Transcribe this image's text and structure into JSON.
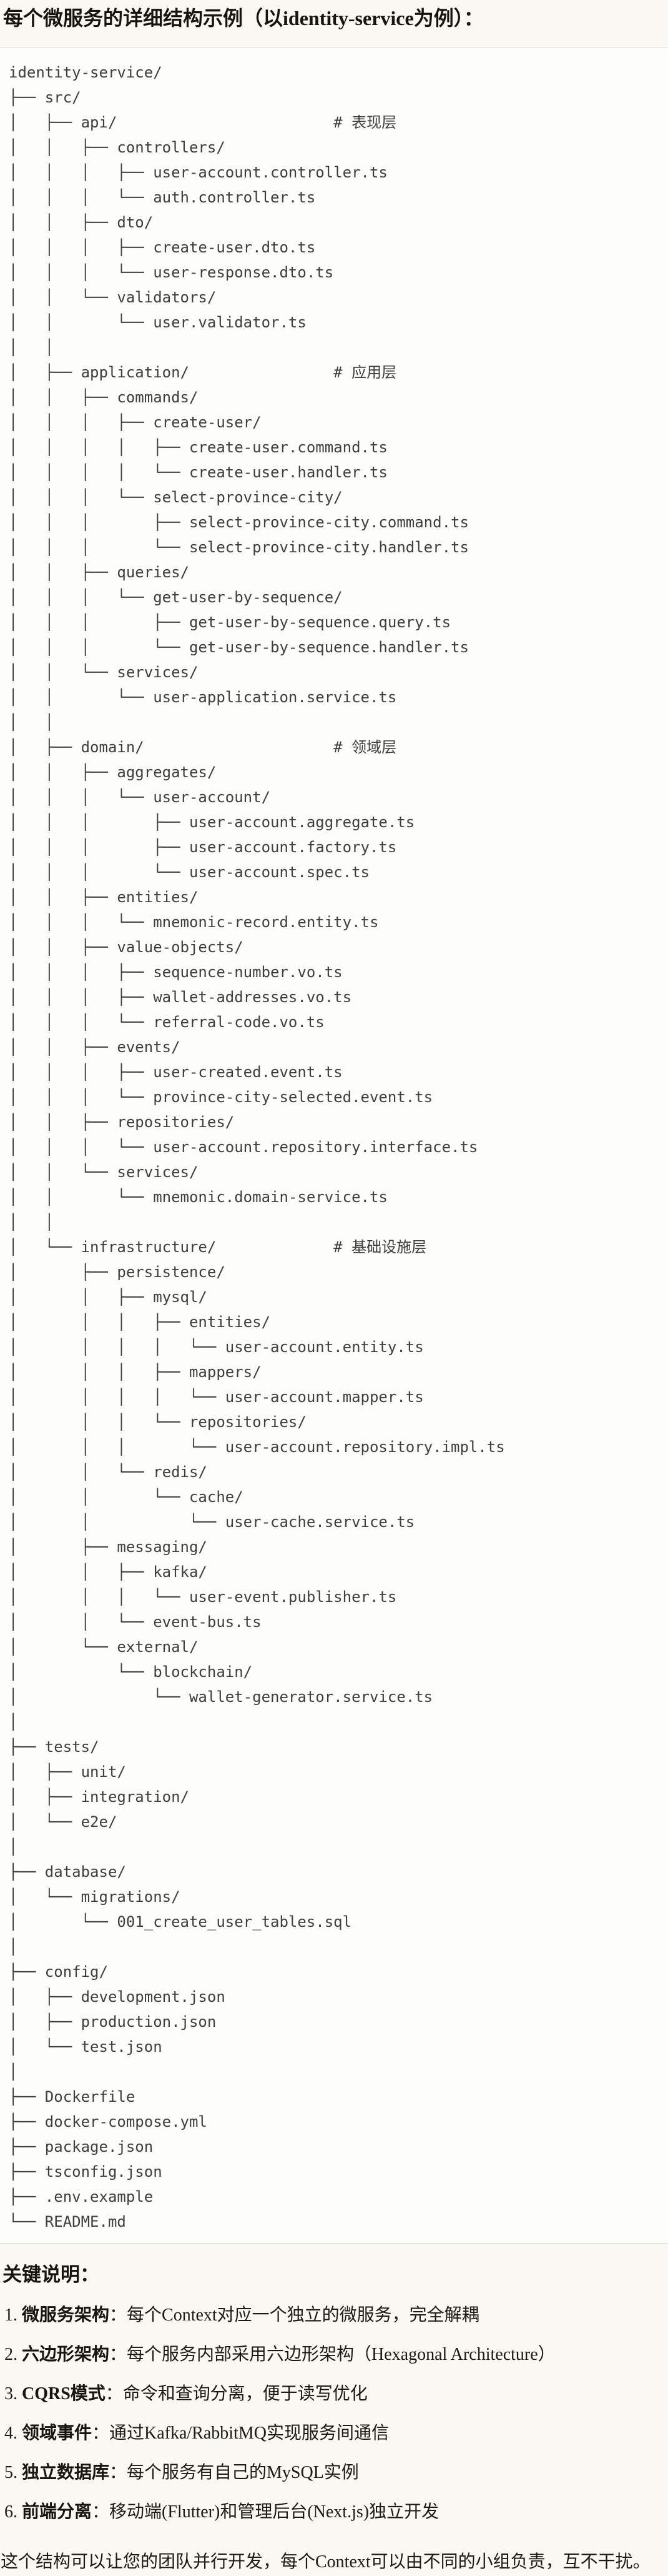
{
  "page": {
    "title": "每个微服务的详细结构示例（以identity-service为例）："
  },
  "code_block": {
    "lines": [
      "identity-service/",
      "├── src/",
      "│   ├── api/                        # 表现层",
      "│   │   ├── controllers/",
      "│   │   │   ├── user-account.controller.ts",
      "│   │   │   └── auth.controller.ts",
      "│   │   ├── dto/",
      "│   │   │   ├── create-user.dto.ts",
      "│   │   │   └── user-response.dto.ts",
      "│   │   └── validators/",
      "│   │       └── user.validator.ts",
      "│   │",
      "│   ├── application/                # 应用层",
      "│   │   ├── commands/",
      "│   │   │   ├── create-user/",
      "│   │   │   │   ├── create-user.command.ts",
      "│   │   │   │   └── create-user.handler.ts",
      "│   │   │   └── select-province-city/",
      "│   │   │       ├── select-province-city.command.ts",
      "│   │   │       └── select-province-city.handler.ts",
      "│   │   ├── queries/",
      "│   │   │   └── get-user-by-sequence/",
      "│   │   │       ├── get-user-by-sequence.query.ts",
      "│   │   │       └── get-user-by-sequence.handler.ts",
      "│   │   └── services/",
      "│   │       └── user-application.service.ts",
      "│   │",
      "│   ├── domain/                     # 领域层",
      "│   │   ├── aggregates/",
      "│   │   │   └── user-account/",
      "│   │   │       ├── user-account.aggregate.ts",
      "│   │   │       ├── user-account.factory.ts",
      "│   │   │       └── user-account.spec.ts",
      "│   │   ├── entities/",
      "│   │   │   └── mnemonic-record.entity.ts",
      "│   │   ├── value-objects/",
      "│   │   │   ├── sequence-number.vo.ts",
      "│   │   │   ├── wallet-addresses.vo.ts",
      "│   │   │   └── referral-code.vo.ts",
      "│   │   ├── events/",
      "│   │   │   ├── user-created.event.ts",
      "│   │   │   └── province-city-selected.event.ts",
      "│   │   ├── repositories/",
      "│   │   │   └── user-account.repository.interface.ts",
      "│   │   └── services/",
      "│   │       └── mnemonic.domain-service.ts",
      "│   │",
      "│   └── infrastructure/             # 基础设施层",
      "│       ├── persistence/",
      "│       │   ├── mysql/",
      "│       │   │   ├── entities/",
      "│       │   │   │   └── user-account.entity.ts",
      "│       │   │   ├── mappers/",
      "│       │   │   │   └── user-account.mapper.ts",
      "│       │   │   └── repositories/",
      "│       │   │       └── user-account.repository.impl.ts",
      "│       │   └── redis/",
      "│       │       └── cache/",
      "│       │           └── user-cache.service.ts",
      "│       ├── messaging/",
      "│       │   ├── kafka/",
      "│       │   │   └── user-event.publisher.ts",
      "│       │   └── event-bus.ts",
      "│       └── external/",
      "│           └── blockchain/",
      "│               └── wallet-generator.service.ts",
      "│",
      "├── tests/",
      "│   ├── unit/",
      "│   ├── integration/",
      "│   └── e2e/",
      "│",
      "├── database/",
      "│   └── migrations/",
      "│       └── 001_create_user_tables.sql",
      "│",
      "├── config/",
      "│   ├── development.json",
      "│   ├── production.json",
      "│   └── test.json",
      "│",
      "├── Dockerfile",
      "├── docker-compose.yml",
      "├── package.json",
      "├── tsconfig.json",
      "├── .env.example",
      "└── README.md"
    ]
  },
  "notes": {
    "heading": "关键说明：",
    "items": [
      {
        "num": "1.",
        "term": "微服务架构",
        "desc": "：每个Context对应一个独立的微服务，完全解耦"
      },
      {
        "num": "2.",
        "term": "六边形架构",
        "desc": "：每个服务内部采用六边形架构（Hexagonal Architecture）"
      },
      {
        "num": "3.",
        "term": "CQRS模式",
        "desc": "：命令和查询分离，便于读写优化"
      },
      {
        "num": "4.",
        "term": "领域事件",
        "desc": "：通过Kafka/RabbitMQ实现服务间通信"
      },
      {
        "num": "5.",
        "term": "独立数据库",
        "desc": "：每个服务有自己的MySQL实例"
      },
      {
        "num": "6.",
        "term": "前端分离",
        "desc": "：移动端(Flutter)和管理后台(Next.js)独立开发"
      }
    ],
    "footer": "这个结构可以让您的团队并行开发，每个Context可以由不同的小组负责，互不干扰。"
  },
  "colors": {
    "page_bg": "#f9f8f2",
    "code_bg": "#fdfdfa",
    "border": "#d9d8d0",
    "code_text": "#3e3e3b",
    "body_text": "#1b1a17"
  }
}
